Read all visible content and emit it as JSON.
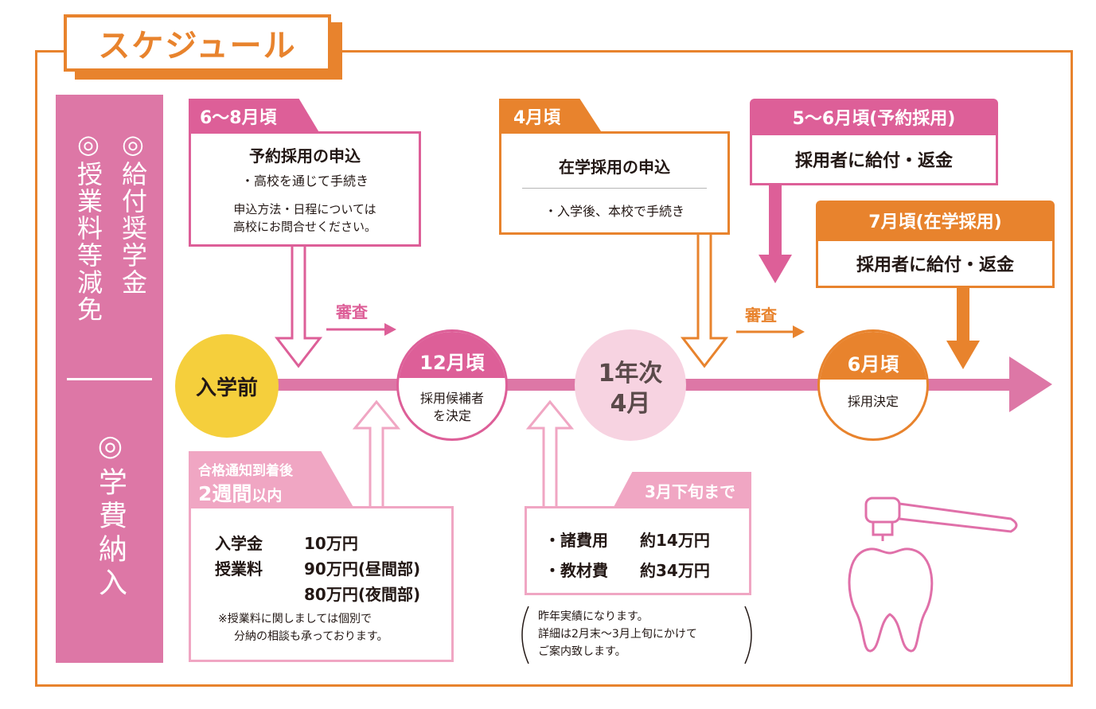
{
  "title": "スケジュール",
  "sidebar": {
    "col1": "◎給付奨学金",
    "col2": "◎授業料等減免",
    "bottom": "◎学費納入"
  },
  "box_reserve": {
    "tab": "6〜8月頃",
    "heading": "予約採用の申込",
    "line1": "・高校を通じて手続き",
    "note1": "申込方法・日程については",
    "note2": "高校にお問合せください。"
  },
  "box_enrolled": {
    "tab": "4月頃",
    "heading": "在学採用の申込",
    "line1": "・入学後、本校で手続き"
  },
  "box_pay_reserve": {
    "tab": "5〜6月頃(予約採用)",
    "body": "採用者に給付・返金"
  },
  "box_pay_enrolled": {
    "tab": "7月頃(在学採用)",
    "body": "採用者に給付・返金"
  },
  "review_label_1": "審査",
  "review_label_2": "審査",
  "timeline": {
    "before_entry": "入学前",
    "dec_top": "12月頃",
    "dec_bottom1": "採用候補者",
    "dec_bottom2": "を決定",
    "april_1": "1年次",
    "april_2": "4月",
    "june_top": "6月頃",
    "june_bottom": "採用決定"
  },
  "box_fees": {
    "tab_small": "合格通知到着後",
    "tab_big": "2週間",
    "tab_suffix": "以内",
    "row1_label": "入学金",
    "row1_value": "10万円",
    "row2_label": "授業料",
    "row2_value": "90万円(昼間部)",
    "row3_value": "80万円(夜間部)",
    "note1": "※授業料に関しましては個別で",
    "note2": "分納の相談も承っております。"
  },
  "box_misc": {
    "tab": "3月下旬まで",
    "row1_label": "・諸費用",
    "row1_value": "約14万円",
    "row2_label": "・教材費",
    "row2_value": "約34万円",
    "note1": "昨年実績になります。",
    "note2": "詳細は2月末〜3月上旬にかけて",
    "note3": "ご案内致します。"
  },
  "colors": {
    "orange": "#e8832d",
    "pink": "#dd5f98",
    "light_pink": "#f0a6c3",
    "sidebar_pink": "#dd77a6",
    "yellow": "#f5cf3c"
  }
}
